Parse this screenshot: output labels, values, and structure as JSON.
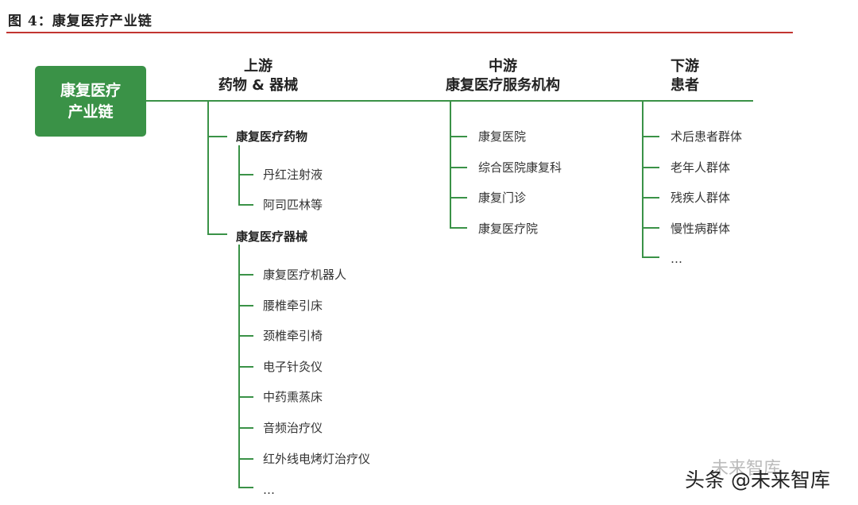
{
  "figure": {
    "title": "图 4：康复医疗产业链"
  },
  "root": {
    "line1": "康复医疗",
    "line2": "产业链"
  },
  "upstream": {
    "head1": "上游",
    "head2": "药物 & 器械",
    "drugs": {
      "label": "康复医疗药物",
      "items": [
        "丹红注射液",
        "阿司匹林等"
      ]
    },
    "devices": {
      "label": "康复医疗器械",
      "items": [
        "康复医疗机器人",
        "腰椎牵引床",
        "颈椎牵引椅",
        "电子针灸仪",
        "中药熏蒸床",
        "音频治疗仪",
        "红外线电烤灯治疗仪",
        "…"
      ]
    }
  },
  "midstream": {
    "head1": "中游",
    "head2": "康复医疗服务机构",
    "items": [
      "康复医院",
      "综合医院康复科",
      "康复门诊",
      "康复医疗院"
    ]
  },
  "downstream": {
    "head1": "下游",
    "head2": "患者",
    "items": [
      "术后患者群体",
      "老年人群体",
      "残疾人群体",
      "慢性病群体",
      "…"
    ]
  },
  "watermark": {
    "faint": "未来智库",
    "text": "头条 @未来智库"
  },
  "colors": {
    "accent_green": "#3a9247",
    "title_rule": "#c23531"
  }
}
